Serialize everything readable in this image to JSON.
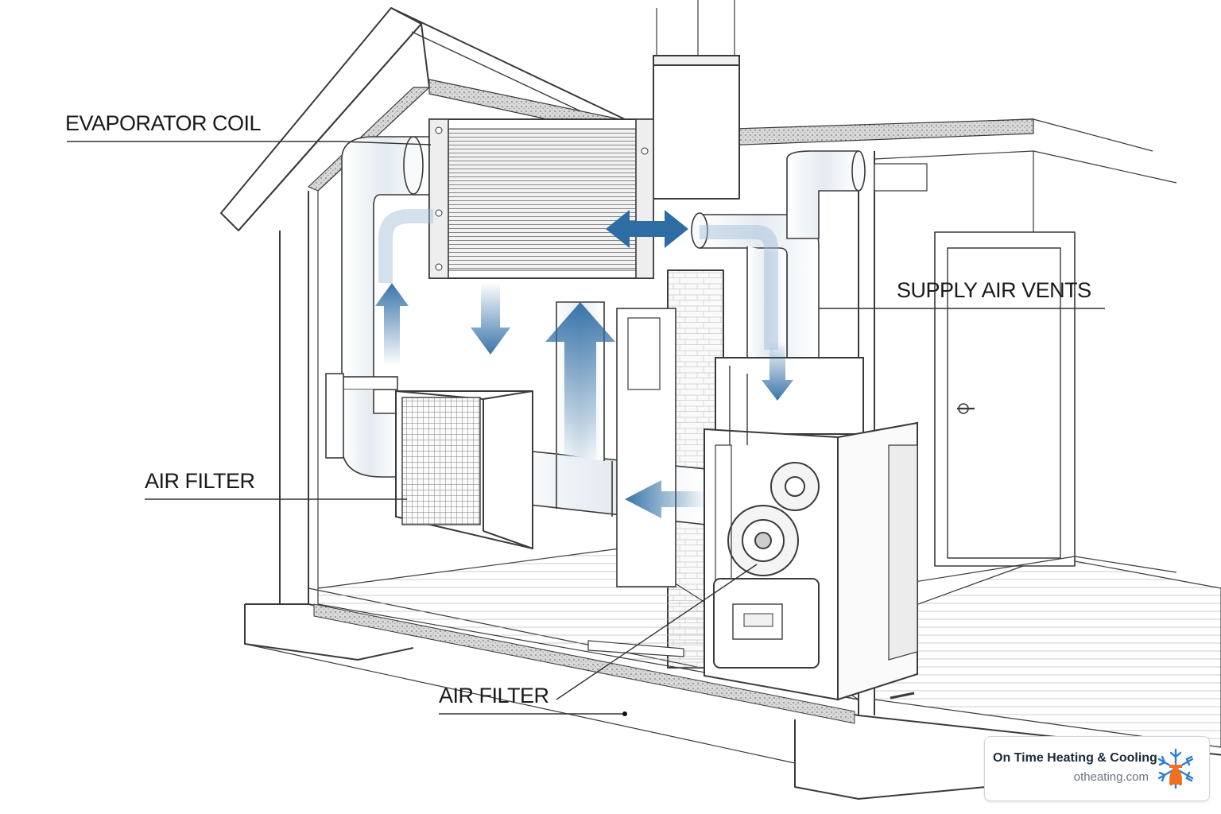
{
  "labels": {
    "evaporator_coil": "EVAPORATOR COIL",
    "supply_air_vents": "SUPPLY AIR VENTS",
    "air_filter_left": "AIR FILTER",
    "air_filter_bottom": "AIR FILTER"
  },
  "brand": {
    "name": "On Time Heating & Cooling",
    "url": "otheating.com",
    "logo_icon": "snowflake-flame-icon",
    "flame_color": "#f07020",
    "snow_color": "#2b7fd0"
  },
  "colors": {
    "line": "#3a3a3a",
    "airflow": "#2e6da4",
    "duct": "#eef3f7"
  }
}
